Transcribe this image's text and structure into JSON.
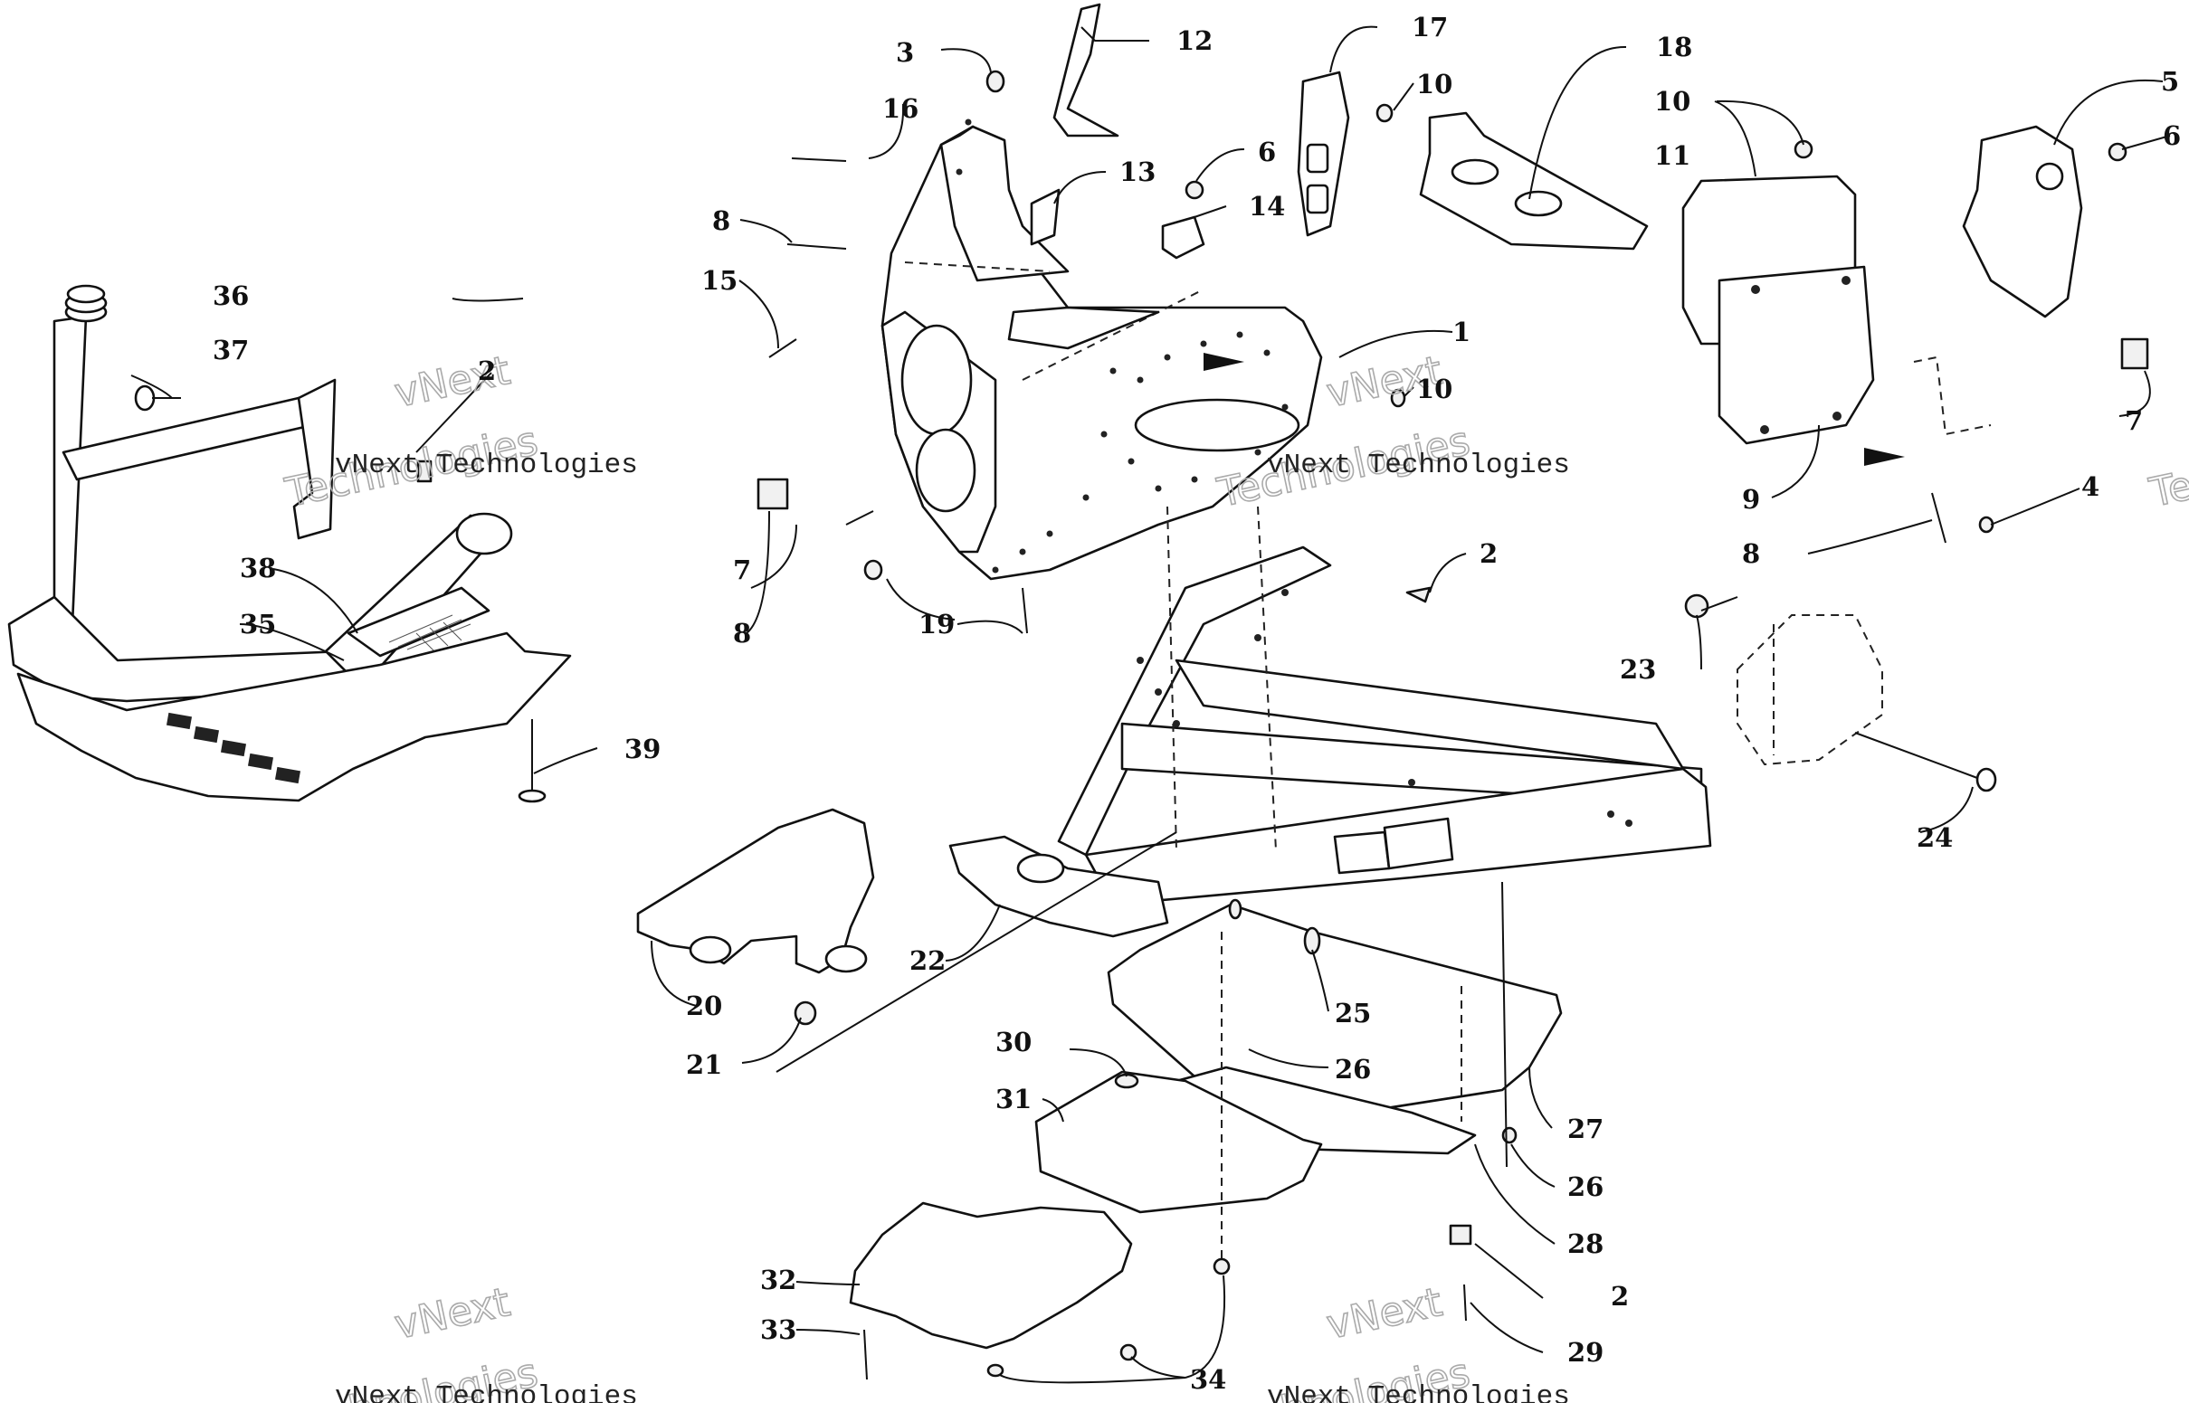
{
  "labels": [
    "1",
    "2",
    "3",
    "4",
    "5",
    "6",
    "7",
    "8",
    "9",
    "10",
    "11",
    "12",
    "13",
    "14",
    "15",
    "16",
    "17",
    "18",
    "19",
    "20",
    "21",
    "22",
    "23",
    "24",
    "25",
    "26",
    "27",
    "28",
    "29",
    "30",
    "31",
    "32",
    "33",
    "34",
    "35",
    "36",
    "37",
    "38",
    "39"
  ],
  "watermark": {
    "brand": "vNext",
    "word": "Technologies",
    "line": "vNext Technologies"
  }
}
